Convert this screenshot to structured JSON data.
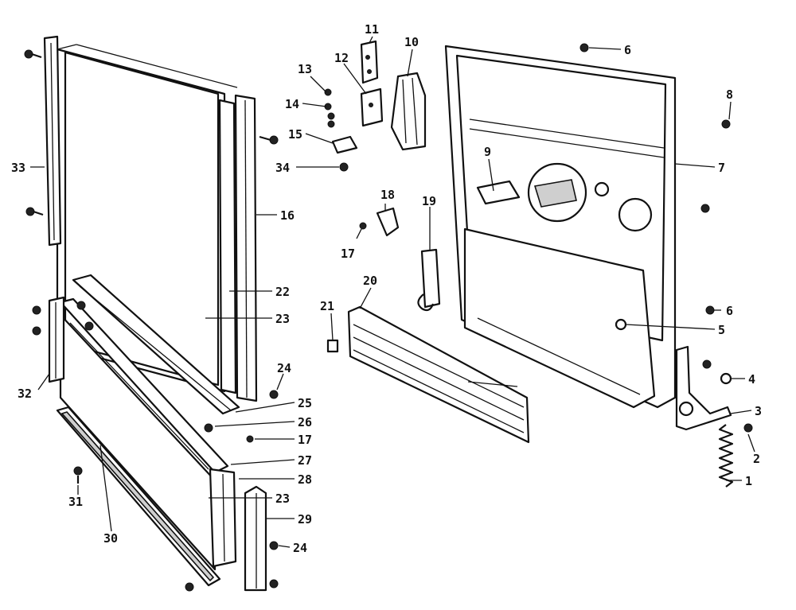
{
  "diagram": {
    "callouts": [
      {
        "id": "c1",
        "label": "1"
      },
      {
        "id": "c2",
        "label": "2"
      },
      {
        "id": "c3",
        "label": "3"
      },
      {
        "id": "c4",
        "label": "4"
      },
      {
        "id": "c5",
        "label": "5"
      },
      {
        "id": "c6a",
        "label": "6"
      },
      {
        "id": "c6b",
        "label": "6"
      },
      {
        "id": "c7",
        "label": "7"
      },
      {
        "id": "c8",
        "label": "8"
      },
      {
        "id": "c9",
        "label": "9"
      },
      {
        "id": "c10",
        "label": "10"
      },
      {
        "id": "c11",
        "label": "11"
      },
      {
        "id": "c12",
        "label": "12"
      },
      {
        "id": "c13",
        "label": "13"
      },
      {
        "id": "c14",
        "label": "14"
      },
      {
        "id": "c15",
        "label": "15"
      },
      {
        "id": "c16",
        "label": "16"
      },
      {
        "id": "c17a",
        "label": "17"
      },
      {
        "id": "c17b",
        "label": "17"
      },
      {
        "id": "c18",
        "label": "18"
      },
      {
        "id": "c19",
        "label": "19"
      },
      {
        "id": "c20",
        "label": "20"
      },
      {
        "id": "c21",
        "label": "21"
      },
      {
        "id": "c22",
        "label": "22"
      },
      {
        "id": "c23a",
        "label": "23"
      },
      {
        "id": "c23b",
        "label": "23"
      },
      {
        "id": "c24a",
        "label": "24"
      },
      {
        "id": "c24b",
        "label": "24"
      },
      {
        "id": "c25",
        "label": "25"
      },
      {
        "id": "c26",
        "label": "26"
      },
      {
        "id": "c27",
        "label": "27"
      },
      {
        "id": "c28",
        "label": "28"
      },
      {
        "id": "c29",
        "label": "29"
      },
      {
        "id": "c30",
        "label": "30"
      },
      {
        "id": "c31",
        "label": "31"
      },
      {
        "id": "c32",
        "label": "32"
      },
      {
        "id": "c33",
        "label": "33"
      },
      {
        "id": "c34",
        "label": "34"
      }
    ]
  }
}
